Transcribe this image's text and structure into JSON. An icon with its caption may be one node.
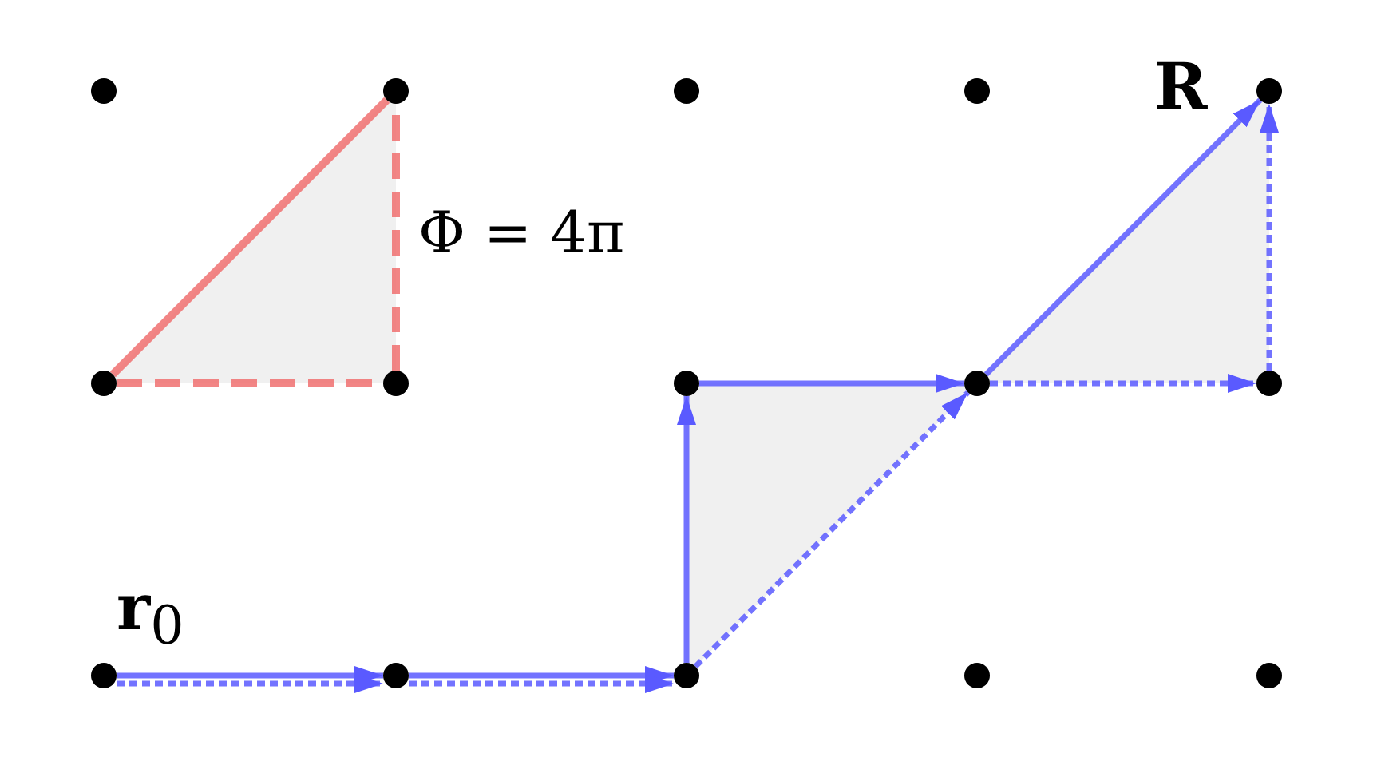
{
  "diagram": {
    "nodes": [
      {
        "text": [],
        "shape": "circle"
      },
      {
        "text": [],
        "shape": "circle"
      },
      {
        "text": [],
        "shape": "circle"
      },
      {
        "text": [],
        "shape": "circle"
      },
      {
        "text": [],
        "shape": "circle",
        "beside": [
          "**R**"
        ]
      },
      {
        "text": [],
        "shape": "circle"
      },
      {
        "text": [],
        "shape": "circle"
      },
      {
        "text": [],
        "shape": "circle"
      },
      {
        "text": [],
        "shape": "circle"
      },
      {
        "text": [],
        "shape": "circle"
      },
      {
        "text": [],
        "shape": "circle",
        "beside": [
          "**r**$_{0}$"
        ]
      },
      {
        "text": [],
        "shape": "circle"
      },
      {
        "text": [],
        "shape": "circle"
      },
      {
        "text": [],
        "shape": "circle"
      },
      {
        "text": [],
        "shape": "circle"
      }
    ],
    "edges": [
      {
        "from": 5,
        "to": 1,
        "arrow": "none",
        "color": "#f07070"
      },
      {
        "from": 5,
        "to": 6,
        "arrow": "none",
        "color": "#f07070",
        "style": "dashed"
      },
      {
        "from": 6,
        "to": 1,
        "arrow": "none",
        "color": "#f07070",
        "style": "dashed",
        "label": "Φ = 4π"
      },
      {
        "from": 10,
        "to": 11,
        "arrow": "to"
      },
      {
        "from": 11,
        "to": 12,
        "arrow": "to"
      },
      {
        "from": 12,
        "to": 7,
        "arrow": "to"
      },
      {
        "from": 7,
        "to": 8,
        "arrow": "to"
      },
      {
        "from": 8,
        "to": 4,
        "arrow": "to"
      },
      {
        "from": 10,
        "to": 11,
        "arrow": "to",
        "style": "dashed"
      },
      {
        "from": 11,
        "to": 12,
        "arrow": "to",
        "style": "dashed"
      },
      {
        "from": 12,
        "to": 8,
        "arrow": "to",
        "style": "dashed"
      },
      {
        "from": 8,
        "to": 9,
        "arrow": "to",
        "style": "dashed"
      },
      {
        "from": 9,
        "to": 4,
        "arrow": "to",
        "style": "dashed"
      }
    ]
  }
}
